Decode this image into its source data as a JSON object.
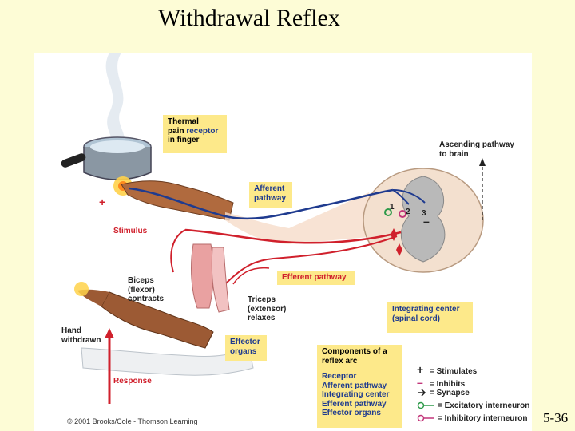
{
  "title": "Withdrawal Reflex",
  "slide_number": "5-36",
  "copyright": "© 2001 Brooks/Cole - Thomson Learning",
  "labels": {
    "receptor_line1": "Thermal",
    "receptor_line2": "pain",
    "receptor_line2b": "receptor",
    "receptor_line3": "in finger",
    "afferent_line1": "Afferent",
    "afferent_line2": "pathway",
    "ascending_line1": "Ascending  pathway",
    "ascending_line2": "to brain",
    "stimulus": "Stimulus",
    "efferent": "Efferent pathway",
    "biceps_line1": "Biceps",
    "biceps_line2": "(flexor)",
    "biceps_line3": "contracts",
    "triceps_line1": "Triceps",
    "triceps_line2": "(extensor)",
    "triceps_line3": "relaxes",
    "integrating_line1": "Integrating center",
    "integrating_line2": "(spinal cord)",
    "hand_line1": "Hand",
    "hand_line2": "withdrawn",
    "effector_line1": "Effector",
    "effector_line2": "organs",
    "response": "Response",
    "plus_sign": "+",
    "minus_sign": "–",
    "num1": "1",
    "num2": "2",
    "num3": "3"
  },
  "components": {
    "heading_line1": "Components of a",
    "heading_line2": "reflex arc",
    "items": [
      "Receptor",
      "Afferent pathway",
      "Integrating center",
      "Efferent pathway",
      "Effector organs"
    ]
  },
  "legend": [
    {
      "symbol": "+",
      "text": "= Stimulates"
    },
    {
      "symbol": "–",
      "text": "= Inhibits"
    },
    {
      "symbol": "synapse",
      "text": "= Synapse"
    },
    {
      "symbol": "excitatory",
      "text": "= Excitatory interneuron"
    },
    {
      "symbol": "inhibitory",
      "text": "= Inhibitory interneuron"
    }
  ],
  "colors": {
    "background": "#fdfcd6",
    "label_box": "#fde98a",
    "afferent": "#1f3b8f",
    "efferent": "#d0202c",
    "excitatory": "#2e9a4a",
    "inhibitory": "#c2367a"
  }
}
